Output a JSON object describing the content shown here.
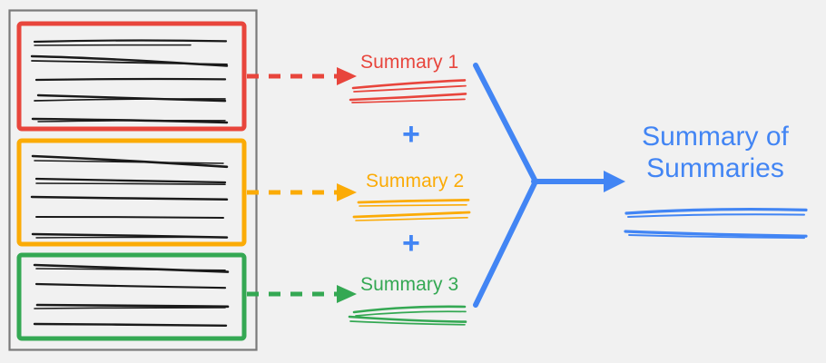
{
  "diagram": {
    "title_text": "Map-reduce style hierarchical summarization diagram",
    "background_color": "#f1f1f1",
    "source_panel": {
      "name": "document-collection",
      "border_color": "#7a7a7a",
      "groups": [
        {
          "id": "group-1",
          "color": "#e8453c",
          "line_count": 5,
          "summary_label": "Summary 1",
          "connector_style": "dashed-arrow"
        },
        {
          "id": "group-2",
          "color": "#fbab06",
          "line_count": 5,
          "summary_label": "Summary 2",
          "connector_style": "dashed-arrow"
        },
        {
          "id": "group-3",
          "color": "#34a853",
          "line_count": 4,
          "summary_label": "Summary 3",
          "connector_style": "dashed-arrow"
        }
      ]
    },
    "operators": [
      {
        "id": "plus-1",
        "symbol": "+",
        "color": "#4285f4"
      },
      {
        "id": "plus-2",
        "symbol": "+",
        "color": "#4285f4"
      }
    ],
    "merge": {
      "connector_color": "#4285f4",
      "connector_style": "solid-y-junction-arrow"
    },
    "final_output": {
      "line_1": "Summary of",
      "line_2": "Summaries",
      "color": "#4285f4",
      "underline_count": 2
    },
    "palette": {
      "red": "#e8453c",
      "orange": "#fbab06",
      "green": "#34a853",
      "blue": "#4285f4",
      "ink": "#1a1a1a",
      "panel_border": "#7a7a7a",
      "background": "#f1f1f1"
    }
  }
}
